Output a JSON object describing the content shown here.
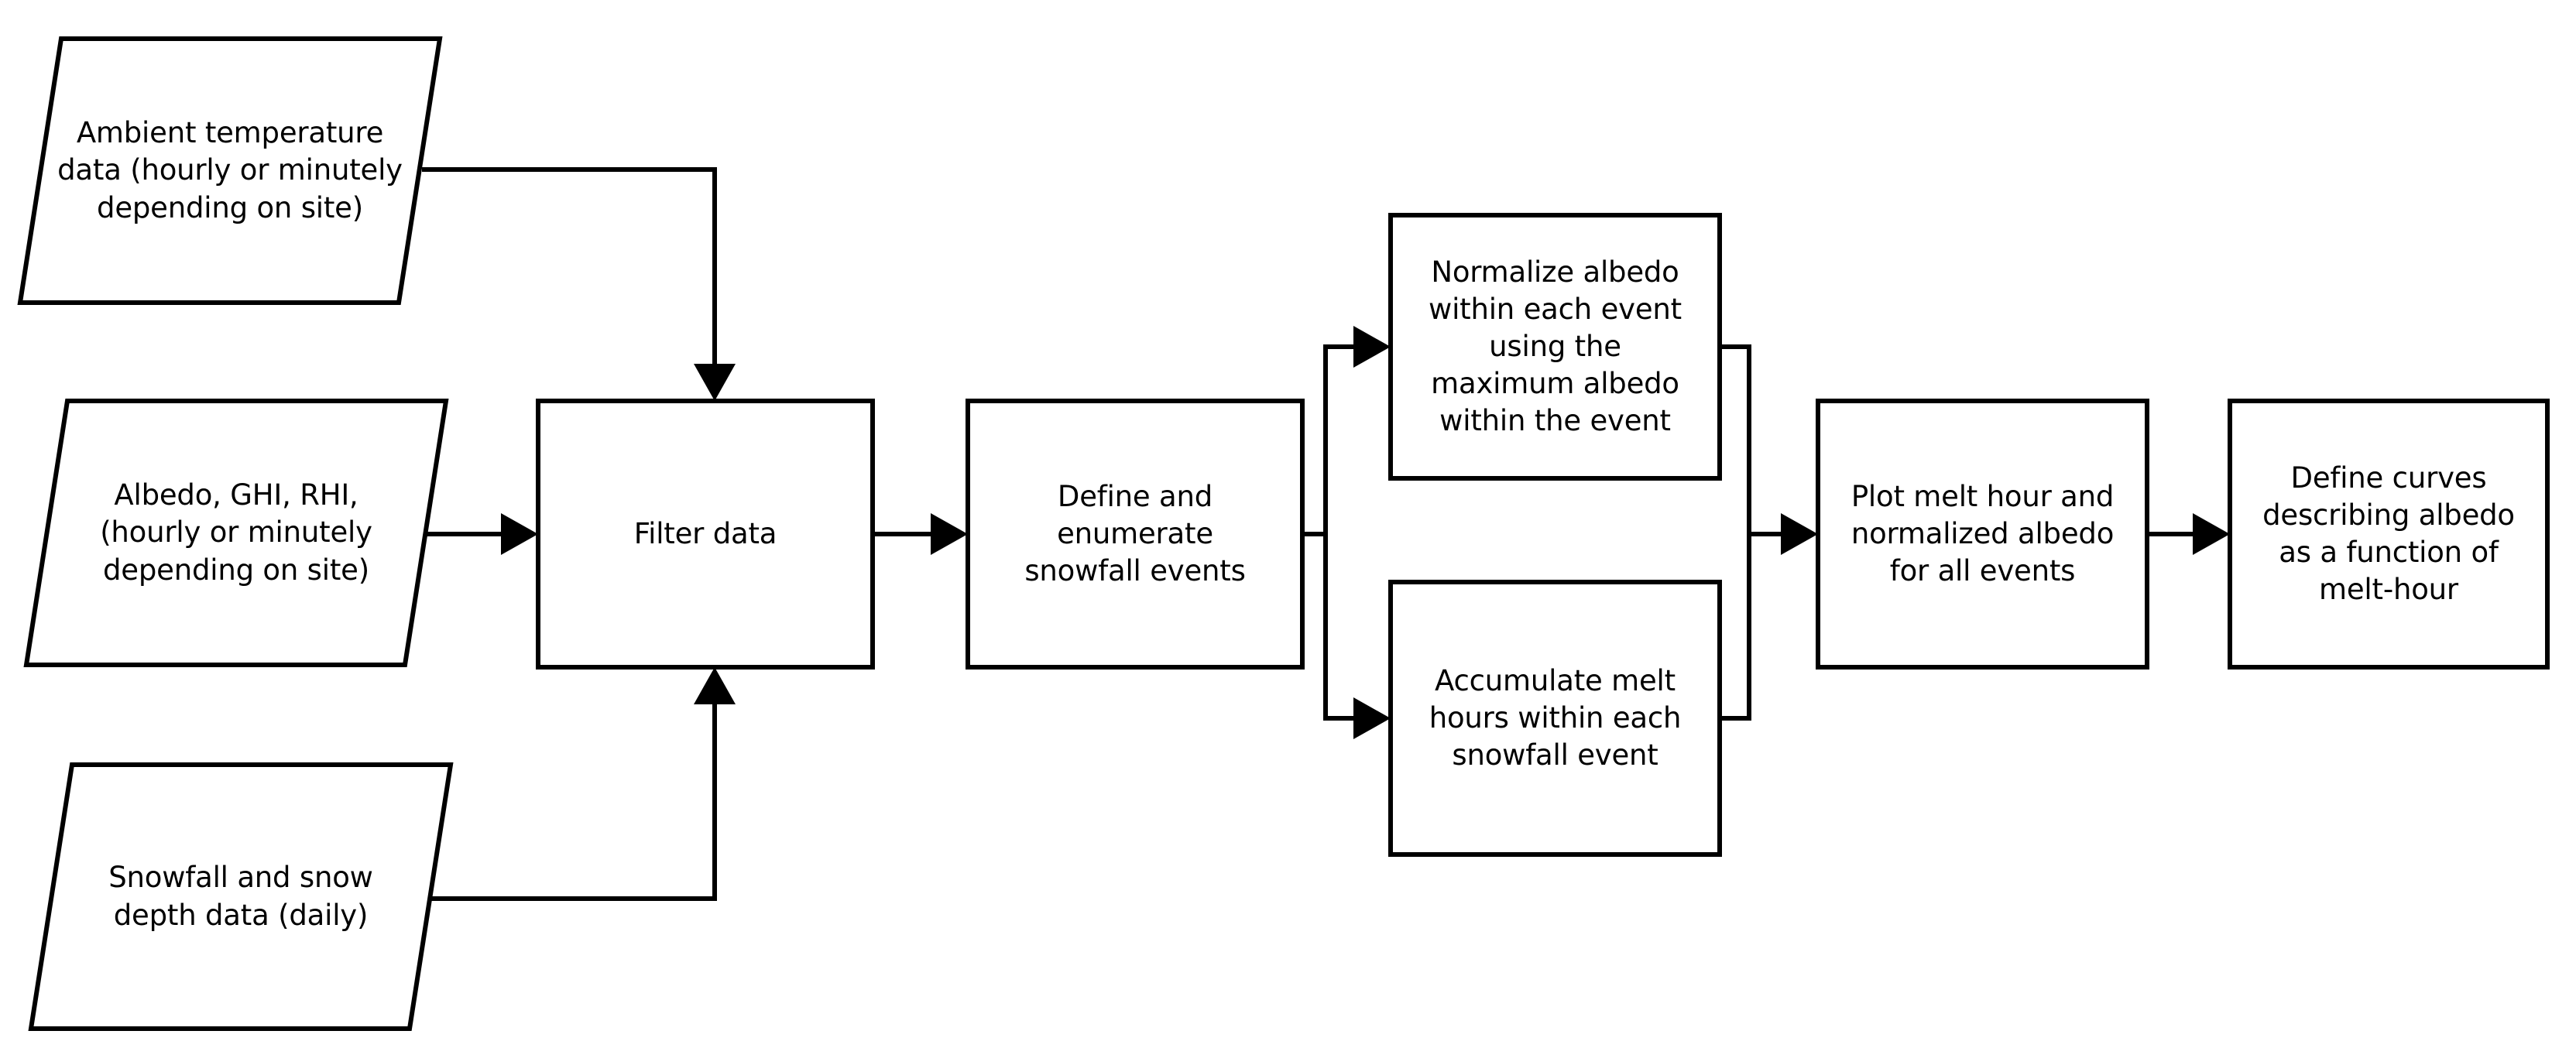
{
  "diagram": {
    "title": "Snow albedo analysis workflow flowchart",
    "line_color": "#000000",
    "fill_color": "#ffffff",
    "background_color": "#ffffff",
    "nodes": [
      {
        "id": "ambient-temperature-data",
        "shape": "parallelogram",
        "label": "Ambient temperature\ndata (hourly or minutely\ndepending on site)"
      },
      {
        "id": "albedo-ghi-rhi-data",
        "shape": "parallelogram",
        "label": "Albedo, GHI, RHI,\n(hourly or minutely\ndepending on site)"
      },
      {
        "id": "snowfall-snow-depth-data",
        "shape": "parallelogram",
        "label": "Snowfall and snow\ndepth data (daily)"
      },
      {
        "id": "filter-data",
        "shape": "rectangle",
        "label": "Filter data"
      },
      {
        "id": "define-enumerate-snowfall-events",
        "shape": "rectangle",
        "label": "Define and\nenumerate\nsnowfall events"
      },
      {
        "id": "normalize-albedo",
        "shape": "rectangle",
        "label": "Normalize albedo\nwithin each event\nusing the\nmaximum albedo\nwithin the event"
      },
      {
        "id": "accumulate-melt-hours",
        "shape": "rectangle",
        "label": "Accumulate melt\nhours within each\nsnowfall event"
      },
      {
        "id": "plot-melt-hour-normalized-albedo",
        "shape": "rectangle",
        "label": "Plot melt hour and\nnormalized albedo\nfor all events"
      },
      {
        "id": "define-curves-albedo-melt-hour",
        "shape": "rectangle",
        "label": "Define curves\ndescribing albedo\nas a function of\nmelt-hour"
      }
    ],
    "edges": [
      {
        "id": "edge-ambient-to-filter",
        "from": "ambient-temperature-data",
        "to": "filter-data",
        "direction": "down"
      },
      {
        "id": "edge-albedo-to-filter",
        "from": "albedo-ghi-rhi-data",
        "to": "filter-data",
        "direction": "right"
      },
      {
        "id": "edge-snowfall-to-filter",
        "from": "snowfall-snow-depth-data",
        "to": "filter-data",
        "direction": "up"
      },
      {
        "id": "edge-filter-to-define-enumerate",
        "from": "filter-data",
        "to": "define-enumerate-snowfall-events",
        "direction": "right"
      },
      {
        "id": "edge-define-enumerate-to-normalize",
        "from": "define-enumerate-snowfall-events",
        "to": "normalize-albedo",
        "direction": "right"
      },
      {
        "id": "edge-define-enumerate-to-accumulate",
        "from": "define-enumerate-snowfall-events",
        "to": "accumulate-melt-hours",
        "direction": "right"
      },
      {
        "id": "edge-normalize-to-plot",
        "from": "normalize-albedo",
        "to": "plot-melt-hour-normalized-albedo",
        "direction": "right"
      },
      {
        "id": "edge-accumulate-to-plot",
        "from": "accumulate-melt-hours",
        "to": "plot-melt-hour-normalized-albedo",
        "direction": "right"
      },
      {
        "id": "edge-plot-to-define-curves",
        "from": "plot-melt-hour-normalized-albedo",
        "to": "define-curves-albedo-melt-hour",
        "direction": "right"
      }
    ]
  }
}
